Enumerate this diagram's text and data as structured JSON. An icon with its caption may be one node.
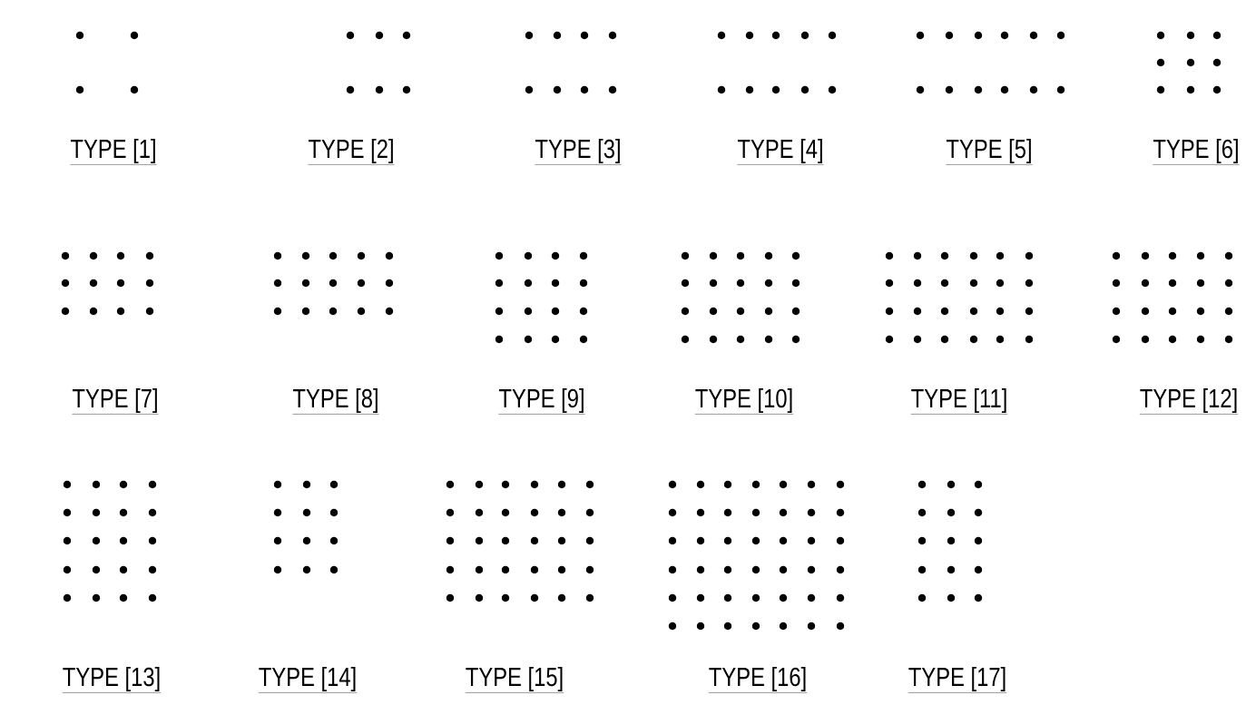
{
  "diagram": {
    "labels": [
      "TYPE [1]",
      "TYPE [2]",
      "TYPE [3]",
      "TYPE [4]",
      "TYPE [5]",
      "TYPE [6]",
      "TYPE [7]",
      "TYPE [8]",
      "TYPE [9]",
      "TYPE [10]",
      "TYPE [11]",
      "TYPE [12]",
      "TYPE [13]",
      "TYPE [14]",
      "TYPE [15]",
      "TYPE [16]",
      "TYPE [17]"
    ]
  }
}
